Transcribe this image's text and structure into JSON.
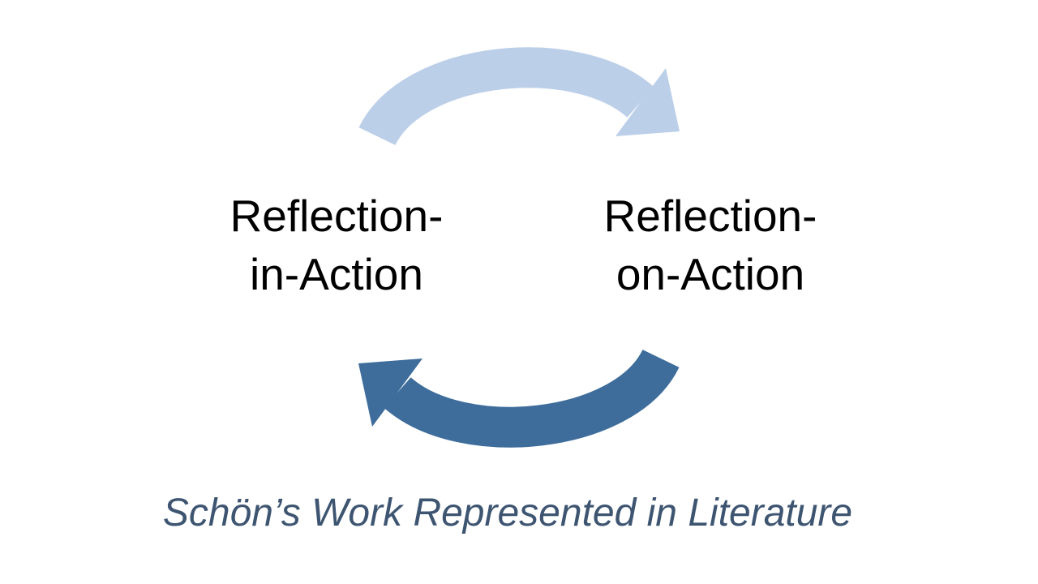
{
  "slide": {
    "background_color": "#FFFFFF",
    "cycle": {
      "top_arrow": {
        "color": "#BCCFE9",
        "direction": "left-to-right"
      },
      "bottom_arrow": {
        "color": "#3E6D9C",
        "direction": "right-to-left"
      },
      "left_node": {
        "line1": "Reflection-",
        "line2": "in-Action",
        "text_color": "#000000"
      },
      "right_node": {
        "line1": "Reflection-",
        "line2": "on-Action",
        "text_color": "#000000"
      }
    },
    "caption": {
      "text": "Schön’s Work Represented in Literature",
      "color": "#3E5571"
    }
  }
}
